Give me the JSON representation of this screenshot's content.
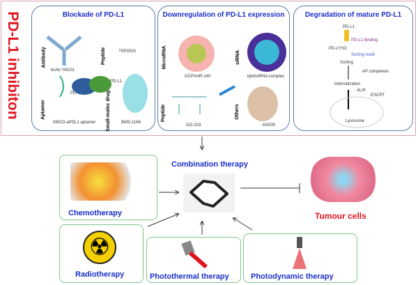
{
  "title": "PD-L1 inhibiton",
  "panels": [
    {
      "title": "Blockade of PD-L1",
      "categories": [
        "Antibody",
        "Peptide",
        "Aptamer",
        "Small-molec drugs"
      ],
      "examples": [
        "bsAb YM101",
        "ᴰSPOGS",
        "DBCO-aPDL1 aptamer",
        "BMS-1166"
      ],
      "center_labels": [
        "PD-1",
        "PD-L1"
      ]
    },
    {
      "title": "Downregulation of PD-L1 expression",
      "categories": [
        "MicroRNA",
        "siRNA",
        "Peptide",
        "Others"
      ],
      "examples": [
        "GCP/miR-140",
        "lipid/siRNA complex",
        "GO-203",
        "KN035"
      ]
    },
    {
      "title": "Degradation of mature PD-L1",
      "labels": [
        "PD-L1",
        "PD-L1 binding",
        "PD-LYSO",
        "Sorting motif",
        "Sorting",
        "AP complexes",
        "Internalization",
        "ALIX",
        "ESCRT",
        "Lysosome"
      ]
    }
  ],
  "center": "Combination therapy",
  "therapies": [
    "Chemotherapy",
    "Radiotherapy",
    "Photothermal therapy",
    "Photodynamic therapy"
  ],
  "target": "Tumour cells",
  "colors": {
    "accent_red": "#e0141e",
    "label_blue": "#1a2fc8",
    "box_green": "#7cc58a"
  }
}
